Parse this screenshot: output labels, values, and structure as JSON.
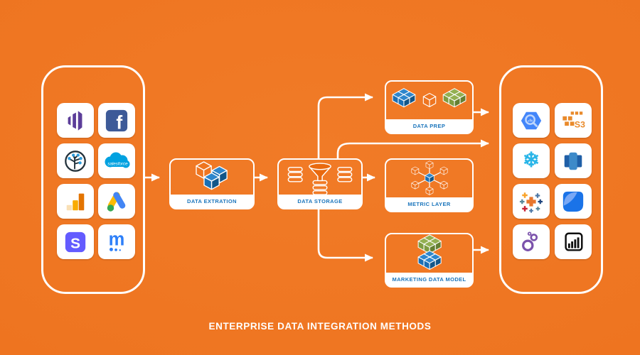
{
  "title": "ENTERPRISE DATA INTEGRATION METHODS",
  "pipeline": {
    "extraction": {
      "label": "DATA EXTRATION"
    },
    "storage": {
      "label": "DATA STORAGE"
    },
    "prep": {
      "label": "DATA PREP"
    },
    "metric": {
      "label": "METRIC LAYER"
    },
    "marketing": {
      "label": "MARKETING DATA MODEL"
    }
  },
  "sources": {
    "facebook_letter": "f",
    "salesforce_text": "salesforce",
    "stripe_letter": "S",
    "mparticle_letter": "m",
    "items": [
      "marketo",
      "facebook",
      "branch-tree",
      "salesforce",
      "google-analytics",
      "google-ads",
      "stripe",
      "mparticle"
    ]
  },
  "destinations": {
    "s3_text": "S3",
    "snowflake_glyph": "❄",
    "items": [
      "bigquery",
      "aws-s3",
      "snowflake",
      "redshift",
      "tableau",
      "looker-studio",
      "purple-bubbles",
      "power-bi"
    ]
  },
  "colors": {
    "background": "#EE7420",
    "label_text": "#1B75BC",
    "connector": "#FFFFFF",
    "cube_blue": "#1B6FB4",
    "cube_green": "#7E9C41"
  }
}
